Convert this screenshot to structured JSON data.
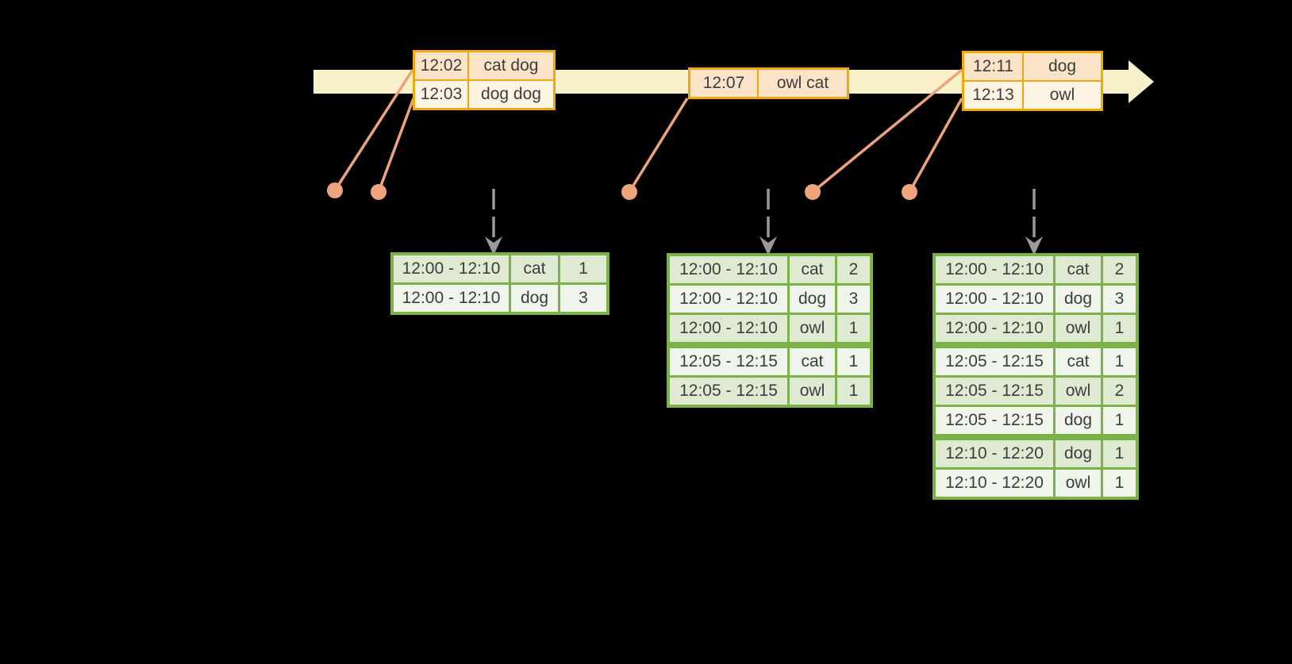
{
  "title": "windowed-word-count-timeline-diagram",
  "colors": {
    "background": "#000000",
    "timeline_band": "#faf1cb",
    "event_table_border": "#f0a80e",
    "event_cell_peach": "#fae3c7",
    "event_cell_cream": "#fcf3e3",
    "connector_salmon": "#eda37d",
    "trigger_arrow_gray": "#9a9a9a",
    "result_table_border": "#7db249",
    "result_cell_dark": "#dfead2",
    "result_cell_light": "#f0f5eb",
    "text": "#3d3d3d"
  },
  "event_tables": [
    {
      "rows": [
        {
          "time": "12:02",
          "words": "cat dog"
        },
        {
          "time": "12:03",
          "words": "dog dog"
        }
      ]
    },
    {
      "rows": [
        {
          "time": "12:07",
          "words": "owl cat"
        }
      ]
    },
    {
      "rows": [
        {
          "time": "12:11",
          "words": "dog"
        },
        {
          "time": "12:13",
          "words": "owl"
        }
      ]
    }
  ],
  "result_tables": [
    {
      "rows": [
        {
          "window": "12:00 - 12:10",
          "word": "cat",
          "count": "1"
        },
        {
          "window": "12:00 - 12:10",
          "word": "dog",
          "count": "3"
        }
      ]
    },
    {
      "rows": [
        {
          "window": "12:00 - 12:10",
          "word": "cat",
          "count": "2"
        },
        {
          "window": "12:00 - 12:10",
          "word": "dog",
          "count": "3"
        },
        {
          "window": "12:00 - 12:10",
          "word": "owl",
          "count": "1"
        },
        {
          "window": "12:05 - 12:15",
          "word": "cat",
          "count": "1"
        },
        {
          "window": "12:05 - 12:15",
          "word": "owl",
          "count": "1"
        }
      ]
    },
    {
      "rows": [
        {
          "window": "12:00 - 12:10",
          "word": "cat",
          "count": "2"
        },
        {
          "window": "12:00 - 12:10",
          "word": "dog",
          "count": "3"
        },
        {
          "window": "12:00 - 12:10",
          "word": "owl",
          "count": "1"
        },
        {
          "window": "12:05 - 12:15",
          "word": "cat",
          "count": "1"
        },
        {
          "window": "12:05 - 12:15",
          "word": "owl",
          "count": "2"
        },
        {
          "window": "12:05 - 12:15",
          "word": "dog",
          "count": "1"
        },
        {
          "window": "12:10 - 12:20",
          "word": "dog",
          "count": "1"
        },
        {
          "window": "12:10 - 12:20",
          "word": "owl",
          "count": "1"
        }
      ]
    }
  ]
}
